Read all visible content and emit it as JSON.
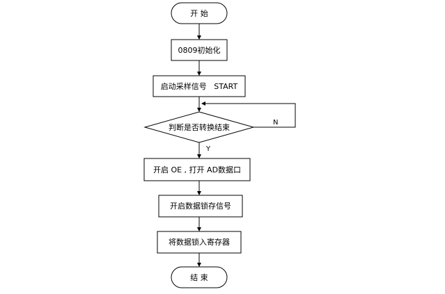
{
  "flowchart": {
    "start": "开 始",
    "init": "0809初始化",
    "start_signal": "启动采样信号   START",
    "decision": "判断是否转换结束",
    "label_no": "N",
    "label_yes": "Y",
    "open_oe": "开启 OE , 打开 AD数据口",
    "latch_signal": "开启数据锁存信号",
    "store_register": "将数据锁入寄存器",
    "end": "结 束"
  }
}
